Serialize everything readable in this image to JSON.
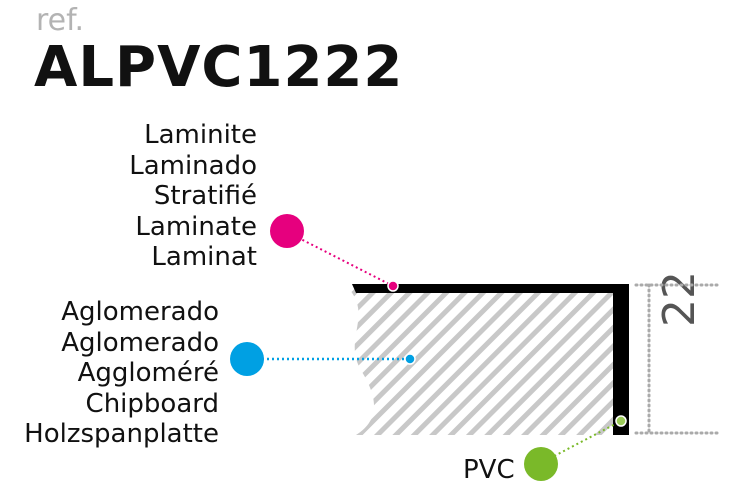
{
  "header": {
    "ref_label": "ref.",
    "ref_code": "ALPVC1222"
  },
  "callouts": {
    "laminate": {
      "color": "#e6007e",
      "labels": [
        "Laminite",
        "Laminado",
        "Stratifié",
        "Laminate",
        "Laminat"
      ]
    },
    "chipboard": {
      "color": "#00a0e3",
      "labels": [
        "Aglomerado",
        "Aglomerado",
        "Aggloméré",
        "Chipboard",
        "Holzspanplatte"
      ]
    },
    "pvc": {
      "color": "#7ab929",
      "label": "PVC"
    }
  },
  "dimension": {
    "value": "22"
  },
  "colors": {
    "edge": "#000000",
    "hatch": "#c8c8c8",
    "dimension_line": "#aaaaaa",
    "text": "#111111"
  }
}
